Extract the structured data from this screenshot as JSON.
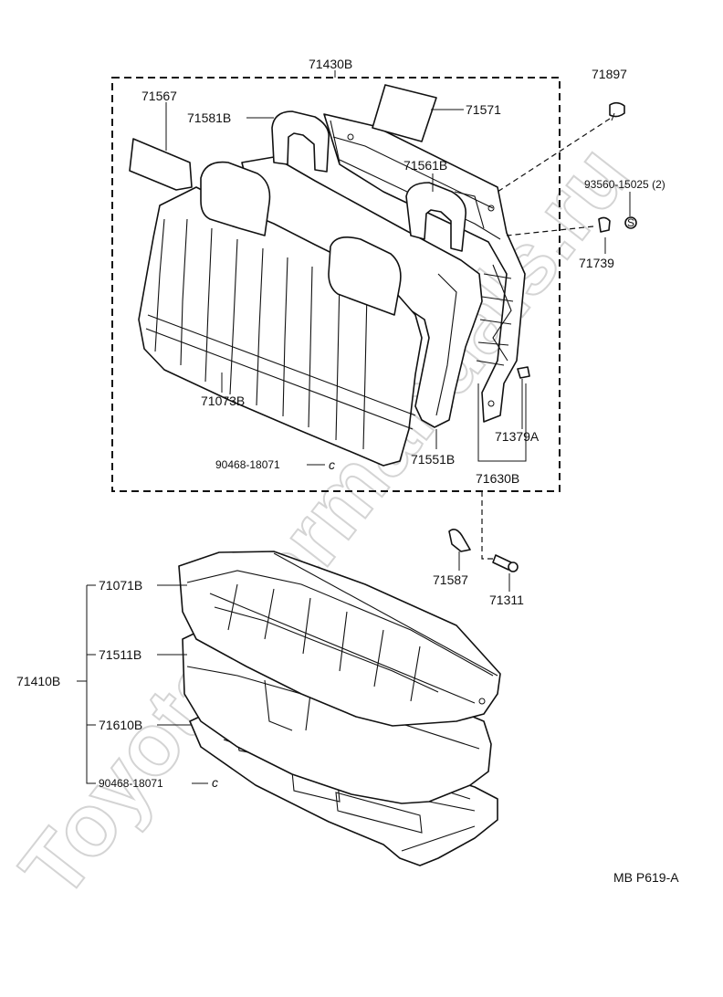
{
  "watermark": "Toyota-Carmanuals.ru",
  "diagram_code": "MB P619-A",
  "parts": {
    "p71430B": "71430B",
    "p71567": "71567",
    "p71581B": "71581B",
    "p71571": "71571",
    "p71897": "71897",
    "p71561B": "71561B",
    "p93560": "93560-15025 (2)",
    "p71739": "71739",
    "p71073B": "71073B",
    "p71379A": "71379A",
    "p71551B": "71551B",
    "p90468a": "90468-18071",
    "p71630B": "71630B",
    "p71587": "71587",
    "p71311": "71311",
    "p71071B": "71071B",
    "p71511B": "71511B",
    "p71410B": "71410B",
    "p71610B": "71610B",
    "p90468b": "90468-18071"
  },
  "symbols": {
    "c_mark": "c",
    "s_mark": "S"
  }
}
